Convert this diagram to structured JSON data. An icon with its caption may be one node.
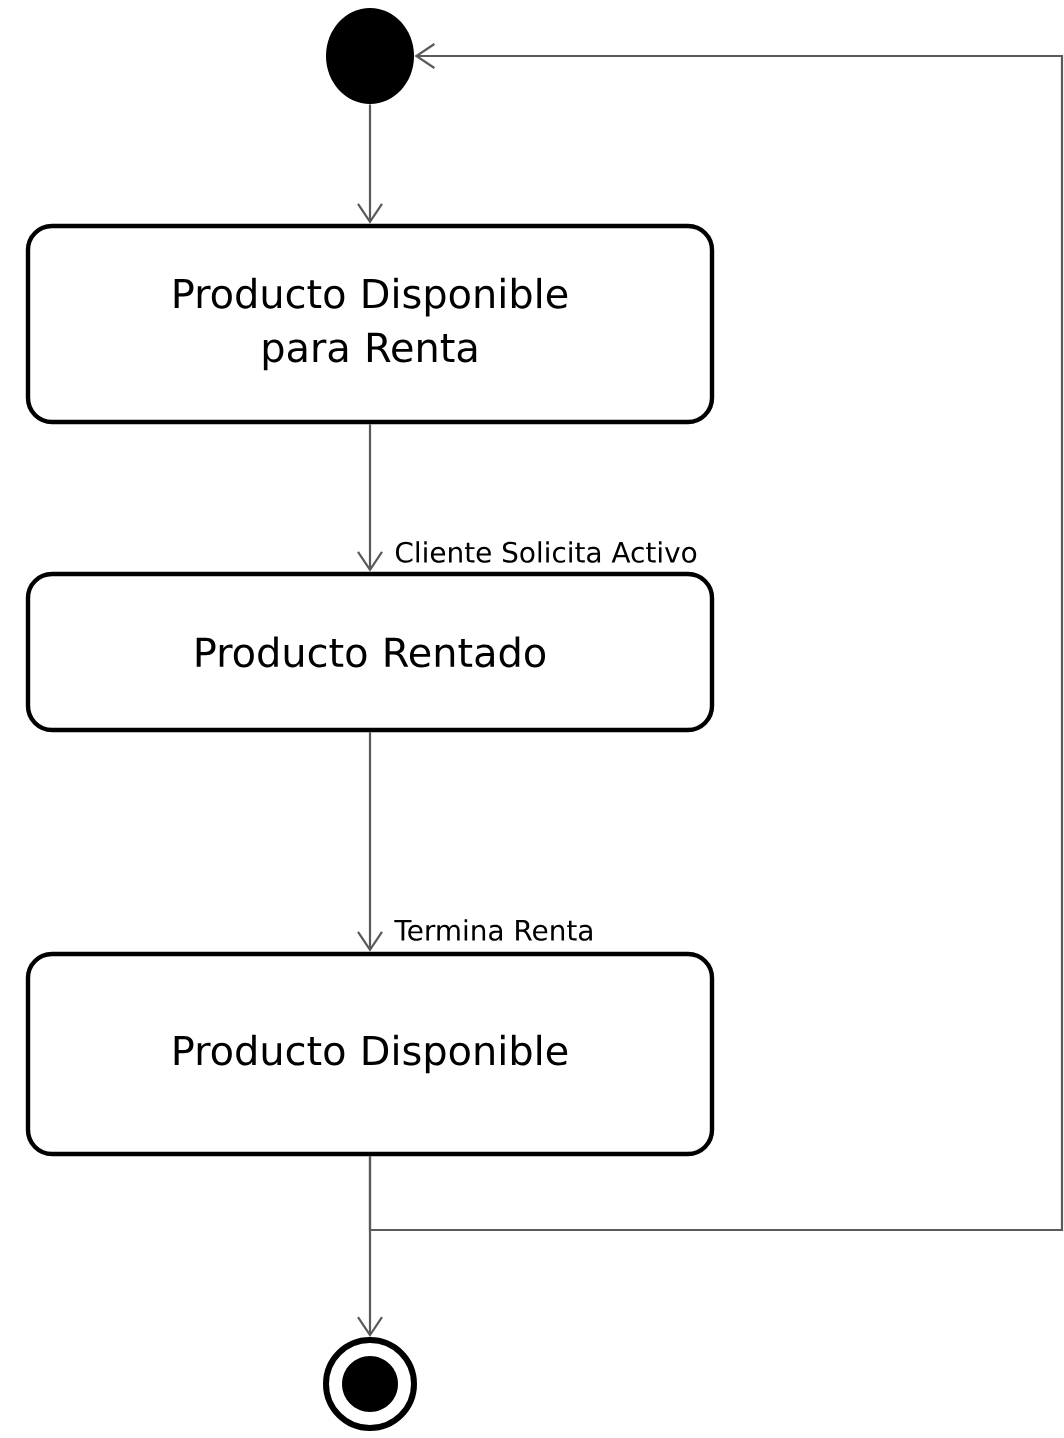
{
  "diagram": {
    "nodes": [
      {
        "text": [],
        "shape": "circle"
      },
      {
        "text": [
          "Producto Disponible para Renta"
        ]
      },
      {
        "text": [
          "Producto Rentado"
        ]
      },
      {
        "text": [
          "Producto Disponible"
        ]
      },
      {
        "text": [],
        "shape": "bullseye"
      }
    ],
    "edges": [
      {
        "from": 0,
        "to": 1,
        "arrow": "to"
      },
      {
        "from": 1,
        "to": 2,
        "arrow": "to",
        "label": "Cliente Solicita Activo"
      },
      {
        "from": 2,
        "to": 3,
        "arrow": "to",
        "label": "Termina Renta"
      },
      {
        "from": 3,
        "to": 4,
        "arrow": "to"
      },
      {
        "from": 3,
        "to": 0,
        "arrow": "to"
      }
    ]
  }
}
